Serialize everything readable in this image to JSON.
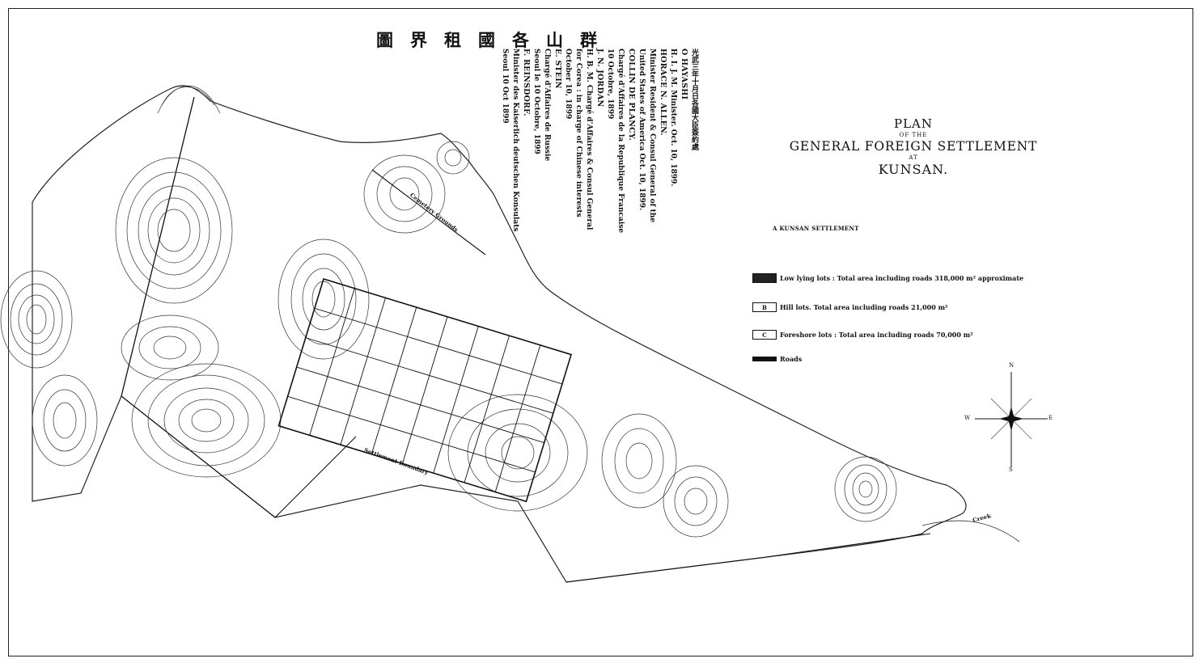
{
  "map": {
    "chinese_title": "圖界租國各山群",
    "signatories_columns": [
      "O HAYASHI",
      "H. I. J. M. Minister. Oct. 10, 1899.",
      "HORACE N. ALLEN.",
      "Minister Resident & Consul General of the",
      "United States of America Oct. 10, 1899.",
      "COLLIN DE PLANCY.",
      "Chargé d'Affaires de la Republique Francaise",
      "10 Octobre, 1899",
      "J. N. JORDAN",
      "H. B. M. Chargé d'Affaires & Consul General",
      "for Corea : in charge of Chinese interests",
      "October 10, 1899",
      "E. STEIN",
      "Chargé d'Affaires de Russie",
      "Seoul le 10 Octobre, 1899",
      "F. REINSDORF.",
      "Minister des Kaiserlich deutschen Konsulats",
      "Seoul 10 Oct 1899"
    ],
    "cn_side_note": "光武三年十月日各國大臣簽約處",
    "title_block": {
      "line1": "PLAN",
      "line2": "OF THE",
      "line3": "GENERAL FOREIGN SETTLEMENT",
      "line4": "AT",
      "line5": "KUNSAN."
    },
    "scale_caption": "A KUNSAN SETTLEMENT",
    "legend": [
      {
        "key": "",
        "text": "Low lying lots : Total area including roads 318,000 m² approximate"
      },
      {
        "key": "B",
        "text": "Hill lots.  Total area including roads 21,000 m²"
      },
      {
        "key": "C",
        "text": "Foreshore lots :  Total area including roads 70,000 m²"
      },
      {
        "key": "",
        "text": "Roads"
      }
    ],
    "compass": {
      "n": "N",
      "s": "S",
      "e": "E",
      "w": "W"
    },
    "map_labels": {
      "boundary": "Settlement Boundary",
      "cemetery": "Cemetery Grounds",
      "creek": "Creek"
    }
  }
}
